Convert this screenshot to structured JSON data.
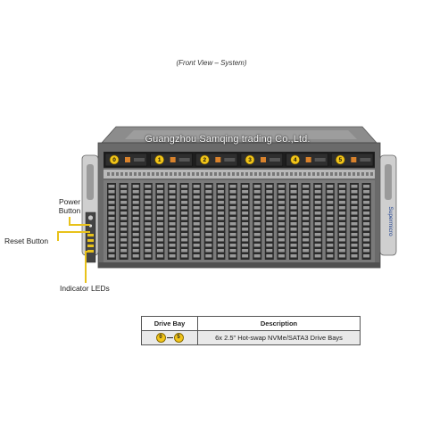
{
  "caption": "(Front View – System)",
  "watermark": "Guangzhou Samqing trading Co.,Ltd.",
  "brand_vertical": "Supermicro",
  "callouts": {
    "power_button": [
      "Power",
      "Button"
    ],
    "reset_button": "Reset Button",
    "indicator_leds": "Indicator LEDs"
  },
  "drive_bays": {
    "labels": [
      "0",
      "1",
      "2",
      "3",
      "4",
      "5"
    ],
    "color": "#f2c519"
  },
  "table": {
    "headers": [
      "Drive Bay",
      "Description"
    ],
    "rows": [
      {
        "range_start": "0",
        "range_end": "5",
        "description": "6x 2.5\" Hot-swap NVMe/SATA3 Drive Bays"
      }
    ]
  },
  "colors": {
    "chassis": "#6d6d6d",
    "leader": "#e8c21a",
    "grille": "#2a2a2a"
  }
}
